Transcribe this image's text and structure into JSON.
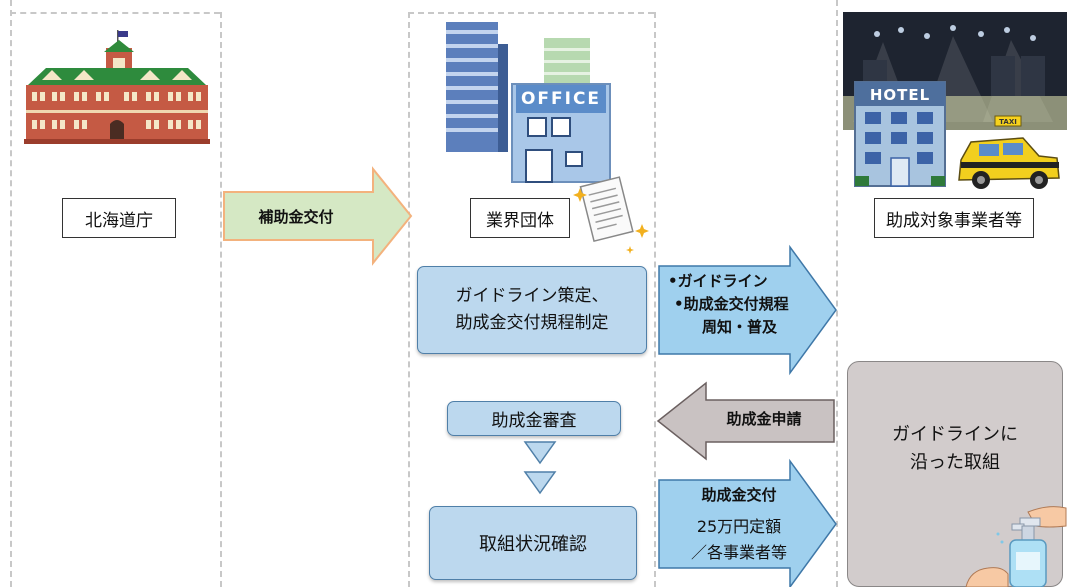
{
  "actors": {
    "hokkaido": "北海道庁",
    "industry": "業界団体",
    "businesses": "助成対象事業者等"
  },
  "flows": {
    "subsidy_grant": "補助金交付",
    "guidelines_line1": "•ガイドライン",
    "guidelines_line2": "•助成金交付規程",
    "guidelines_line3": "周知・普及",
    "application": "助成金申請",
    "payment_title": "助成金交付",
    "payment_amount": "25万円定額",
    "payment_per": "／各事業者等"
  },
  "steps": {
    "guideline_line1": "ガイドライン策定、",
    "guideline_line2": "助成金交付規程制定",
    "review": "助成金審査",
    "confirm": "取組状況確認",
    "compliance_line1": "ガイドラインに",
    "compliance_line2": "沿った取組"
  },
  "illustrations": {
    "office_sign": "OFFICE",
    "hotel_sign": "HOTEL",
    "taxi_sign": "TAXI"
  },
  "colors": {
    "green_arrow": "#d5e8c4",
    "orange_border": "#f3b27d",
    "blue_arrow": "#9fd0ee",
    "blue_box": "#bcd8ee",
    "gray_arrow": "#c9c2c2",
    "gray_box": "#d2cccc"
  }
}
